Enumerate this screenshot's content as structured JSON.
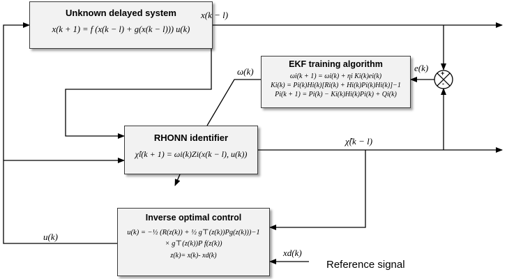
{
  "blocks": {
    "system": {
      "title": "Unknown delayed system",
      "equation": "x(k + 1) = f (x(k − l) + g(x(k − l))) u(k)"
    },
    "ekf": {
      "title": "EKF training algorithm",
      "eq1": "ωi(k + 1) = ωi(k) + ηi Ki(k)ei(k)",
      "eq2": "Ki(k) = Pi(k)Hi(k)[Ri(k) + Hi(k)Pi(k)Hi(k)]−1",
      "eq3": "Pi(k + 1) = Pi(k) − Ki(k)Hi(k)Pi(k) + Qi(k)"
    },
    "rhonn": {
      "title": "RHONN identifier",
      "equation": "χ̂i(k + 1) = ωi(k)Zi(x(k − l), u(k))"
    },
    "control": {
      "title": "Inverse optimal control",
      "eq1": "u(k) = −½ (R(z(k)) + ½ g⊤(z(k))Pg(z(k)))−1",
      "eq2": "× g⊤(z(k))P f(z(k))",
      "eq3": "z(k)= x(k)- xd(k)"
    }
  },
  "signals": {
    "x_delayed": "x(k − l)",
    "error": "e(k)",
    "omega": "ω(k)",
    "chi_hat": "χ̂(k − l)",
    "control": "u(k)",
    "xd": "xd(k)",
    "reference": "Reference signal"
  },
  "summing_junction": {
    "plus_top": "+",
    "minus_bottom": "-"
  }
}
